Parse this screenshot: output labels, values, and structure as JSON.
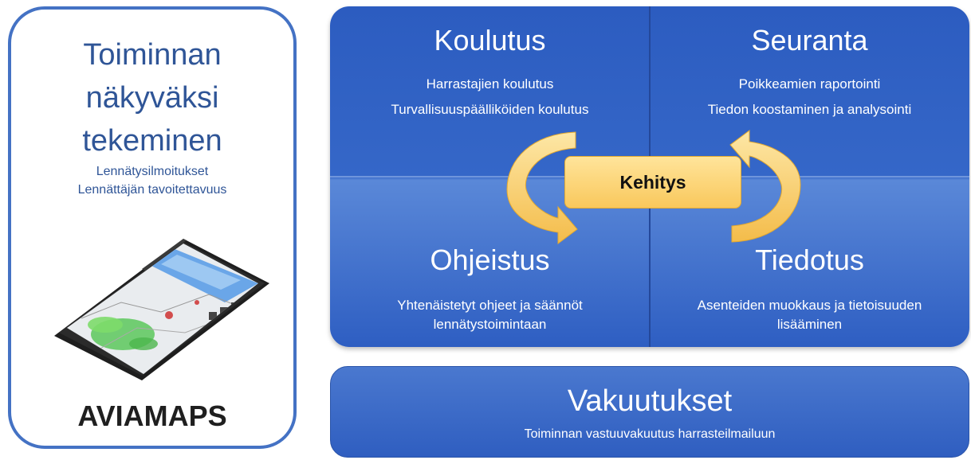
{
  "left": {
    "title_lines": [
      "Toiminnan",
      "näkyväksi",
      "tekeminen"
    ],
    "sub_lines": [
      "Lennätysilmoitukset",
      "Lennättäjän tavoitettavuus"
    ],
    "brand": "AVIAMAPS"
  },
  "quadrants": {
    "top_left": {
      "title": "Koulutus",
      "lines": [
        "Harrastajien koulutus",
        "Turvallisuuspäälliköiden koulutus"
      ]
    },
    "top_right": {
      "title": "Seuranta",
      "lines": [
        "Poikkeamien raportointi",
        "Tiedon koostaminen ja analysointi"
      ]
    },
    "bottom_left": {
      "title": "Ohjeistus",
      "lines": [
        "Yhtenäistetyt ohjeet ja säännöt",
        "lennätystoimintaan"
      ]
    },
    "bottom_right": {
      "title": "Tiedotus",
      "lines": [
        "Asenteiden muokkaus ja tietoisuuden",
        "lisääminen"
      ]
    }
  },
  "center": {
    "label": "Kehitys"
  },
  "bottom": {
    "title": "Vakuutukset",
    "subtitle": "Toiminnan vastuuvakuutus harrasteilmailuun"
  },
  "colors": {
    "primary_blue": "#2f5ec0",
    "outline_blue": "#4472c4",
    "arrow_yellow": "#f6c35a",
    "text_blue": "#2f5597"
  }
}
